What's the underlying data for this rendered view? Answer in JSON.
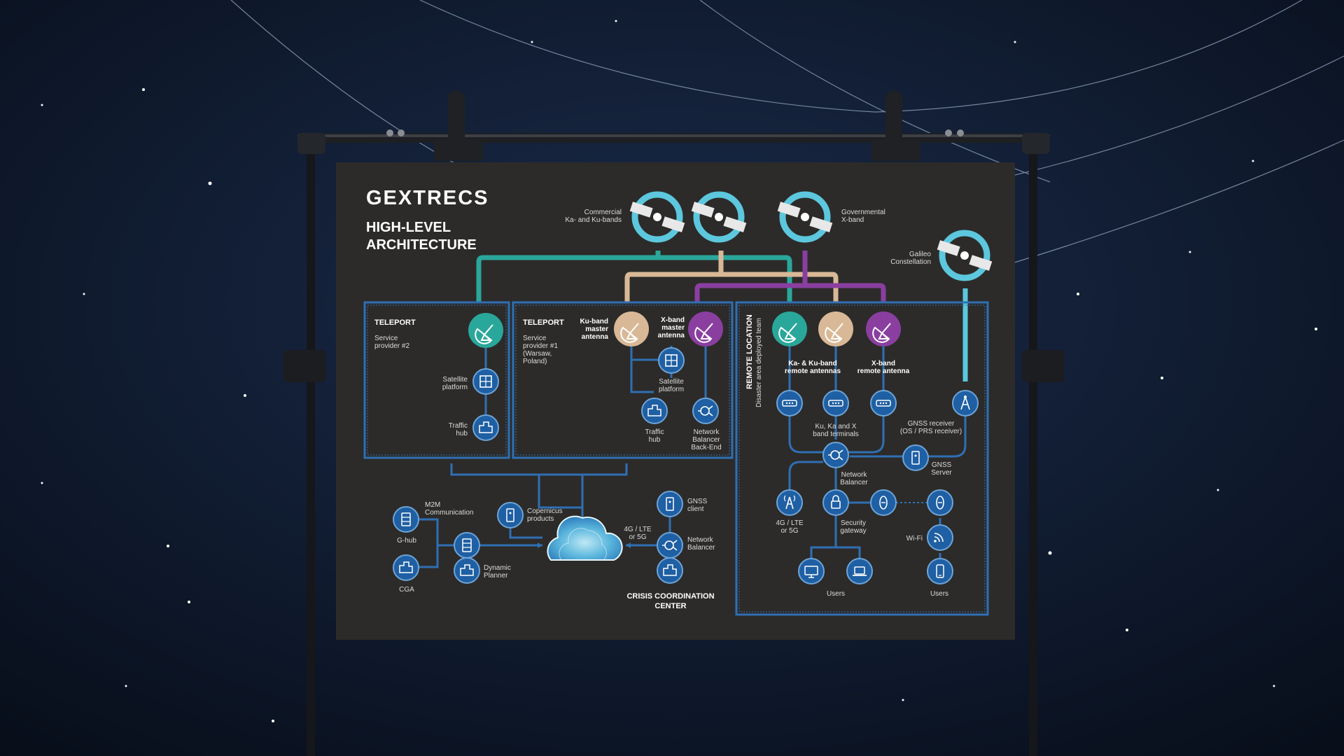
{
  "brand": {
    "logo": "GEXTRECS",
    "title_line1": "HIGH-LEVEL",
    "title_line2": "ARCHITECTURE"
  },
  "colors": {
    "background": "#0c1424",
    "poster": "#2c2b29",
    "box_border": "#2f6fb3",
    "node": "#1f5fa3",
    "teal": "#2aa79b",
    "sand": "#d8b896",
    "purple": "#8a3fa0",
    "cyan": "#5cc7dd"
  },
  "satellites": {
    "commercial_label_1": "Commercial",
    "commercial_label_2": "Ka- and Ku-bands",
    "governmental_label_1": "Governmental",
    "governmental_label_2": "X-band",
    "galileo_label_1": "Galileo",
    "galileo_label_2": "Constellation"
  },
  "teleport2": {
    "title": "TELEPORT",
    "sub1": "Service",
    "sub2": "provider #2",
    "platform1": "Satellite",
    "platform2": "platform",
    "hub1": "Traffic",
    "hub2": "hub"
  },
  "teleport1": {
    "title": "TELEPORT",
    "sub1": "Service",
    "sub2": "provider #1",
    "sub3": "(Warsaw,",
    "sub4": "Poland)",
    "ku1": "Ku-band",
    "ku2": "master",
    "ku3": "antenna",
    "x1": "X-band",
    "x2": "master",
    "x3": "antenna",
    "platform1": "Satellite",
    "platform2": "platform",
    "hub1": "Traffic",
    "hub2": "hub",
    "nb1": "Network",
    "nb2": "Balancer",
    "nb3": "Back-End"
  },
  "remote": {
    "title": "REMOTE LOCATION",
    "subtitle": "Disaster area deployed team",
    "kaku1": "Ka- & Ku-band",
    "kaku2": "remote antennas",
    "xb1": "X-band",
    "xb2": "remote antenna",
    "terminals1": "Ku, Ka and X",
    "terminals2": "band terminals",
    "gnss_rx1": "GNSS receiver",
    "gnss_rx2": "(OS / PRS receiver)",
    "nb1": "Network",
    "nb2": "Balancer",
    "gnss_srv1": "GNSS",
    "gnss_srv2": "Server",
    "lte1": "4G / LTE",
    "lte2": "or 5G",
    "sec1": "Security",
    "sec2": "gateway",
    "wifi": "Wi-Fi",
    "users_a": "Users",
    "users_b": "Users"
  },
  "crisis": {
    "m2m1": "M2M",
    "m2m2": "Communication",
    "ghub": "G-hub",
    "cga": "CGA",
    "cop1": "Copernicus",
    "cop2": "products",
    "dp1": "Dynamic",
    "dp2": "Planner",
    "lte1": "4G / LTE",
    "lte2": "or 5G",
    "gnss1": "GNSS",
    "gnss2": "client",
    "nb1": "Network",
    "nb2": "Balancer",
    "title1": "CRISIS COORDINATION",
    "title2": "CENTER"
  }
}
